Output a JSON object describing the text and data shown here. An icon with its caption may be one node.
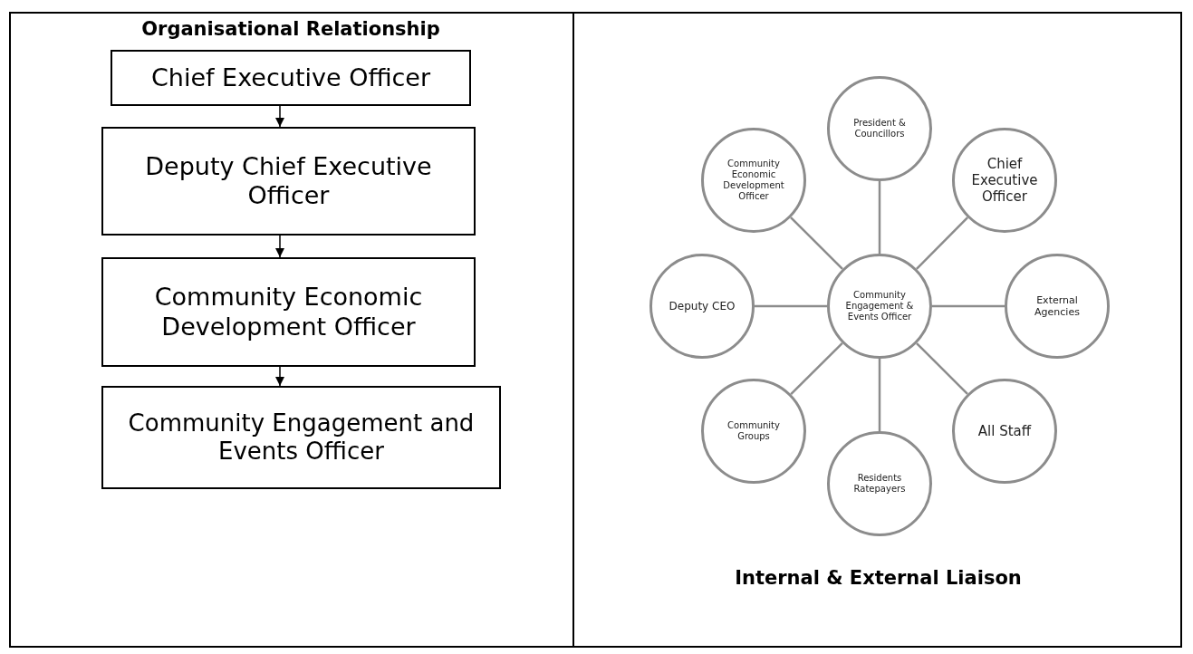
{
  "diagram": {
    "title": "Organisational Relationship",
    "nodes": [
      {
        "text": [
          "Chief Executive Officer"
        ]
      },
      {
        "text": [
          "Deputy Chief Executive Officer"
        ]
      },
      {
        "text": [
          "Community Economic Development Officer"
        ]
      },
      {
        "text": [
          "Community Engagement and Events Officer"
        ]
      },
      {
        "text": [
          "Community Engagement & Events Officer"
        ]
      },
      {
        "text": [
          "President & Councillors"
        ]
      },
      {
        "text": [
          "Chief Executive Officer"
        ]
      },
      {
        "text": [
          "External Agencies"
        ]
      },
      {
        "text": [
          "All Staff"
        ]
      },
      {
        "text": [
          "Residents Ratepayers"
        ]
      },
      {
        "text": [
          "Community Groups"
        ]
      },
      {
        "text": [
          "Deputy CEO"
        ]
      },
      {
        "text": [
          "Community Economic Development Officer"
        ]
      }
    ],
    "edges": [
      {
        "from": 0,
        "to": 1,
        "arrow": "to",
        "color": "#000000"
      },
      {
        "from": 1,
        "to": 2,
        "arrow": "to",
        "color": "#000000"
      },
      {
        "from": 2,
        "to": 3,
        "arrow": "to",
        "color": "#000000"
      },
      {
        "from": 4,
        "to": 5,
        "arrow": "none"
      },
      {
        "from": 4,
        "to": 6,
        "arrow": "none"
      },
      {
        "from": 4,
        "to": 7,
        "arrow": "none"
      },
      {
        "from": 4,
        "to": 8,
        "arrow": "none"
      },
      {
        "from": 4,
        "to": 9,
        "arrow": "none"
      },
      {
        "from": 4,
        "to": 10,
        "arrow": "none"
      },
      {
        "from": 4,
        "to": 11,
        "arrow": "none"
      },
      {
        "from": 4,
        "to": 12,
        "arrow": "none"
      }
    ],
    "labels": [
      "Internal & External Liaison"
    ]
  }
}
